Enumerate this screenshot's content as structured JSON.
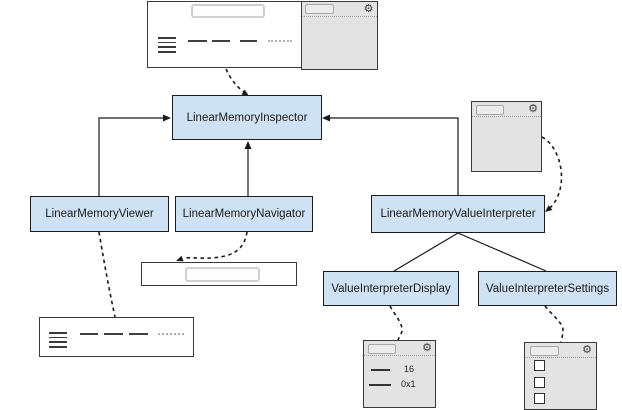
{
  "diagram": {
    "nodes": {
      "inspector": {
        "label": "LinearMemoryInspector"
      },
      "viewer": {
        "label": "LinearMemoryViewer"
      },
      "navigator": {
        "label": "LinearMemoryNavigator"
      },
      "interpreter": {
        "label": "LinearMemoryValueInterpreter"
      },
      "display": {
        "label": "ValueInterpreterDisplay"
      },
      "settings": {
        "label": "ValueInterpreterSettings"
      }
    },
    "display_panel": {
      "row1_value": "16",
      "row2_value": "0x1"
    },
    "icons": {
      "gear": "⚙"
    },
    "colors": {
      "node_fill": "#cfe2f3",
      "node_border": "#1c1c1c",
      "panel_fill": "#e3e3e3",
      "panel_border": "#3a3a3a",
      "connector": "#1a1a1a"
    }
  }
}
